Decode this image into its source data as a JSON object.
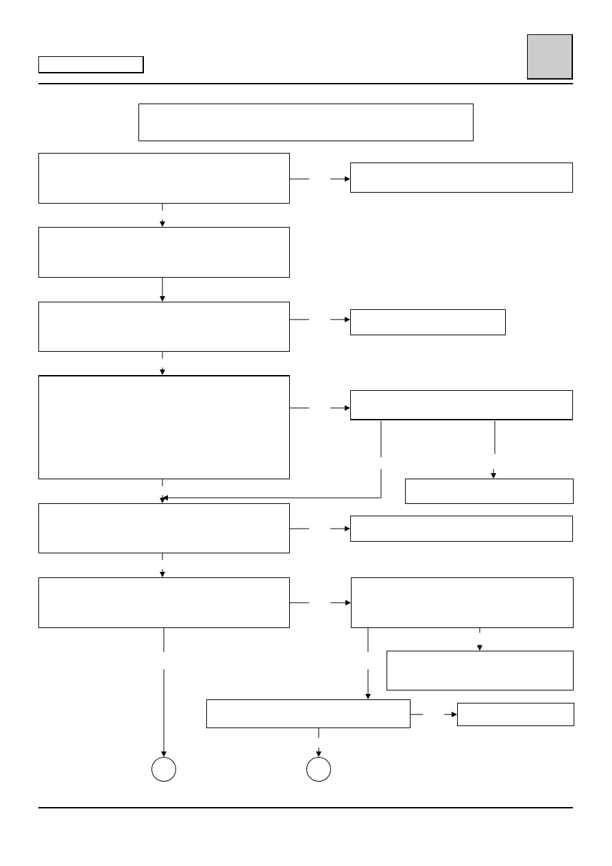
{
  "header": {
    "label": "",
    "tab": ""
  },
  "title": "",
  "steps": [
    {
      "id": "s1",
      "text": ""
    },
    {
      "id": "s2",
      "text": ""
    },
    {
      "id": "s3",
      "text": ""
    },
    {
      "id": "s4",
      "text": ""
    },
    {
      "id": "s5",
      "text": ""
    },
    {
      "id": "s6",
      "text": ""
    }
  ],
  "outcomes": [
    {
      "id": "o1",
      "text": ""
    },
    {
      "id": "o2",
      "text": ""
    },
    {
      "id": "o3",
      "text": ""
    },
    {
      "id": "o3a",
      "text": ""
    },
    {
      "id": "o4",
      "text": ""
    },
    {
      "id": "o5",
      "text": ""
    },
    {
      "id": "o5a",
      "text": ""
    },
    {
      "id": "o6",
      "text": ""
    },
    {
      "id": "o6a",
      "text": ""
    }
  ],
  "connectors": [
    {
      "id": "c1",
      "text": ""
    },
    {
      "id": "c2",
      "text": ""
    }
  ]
}
